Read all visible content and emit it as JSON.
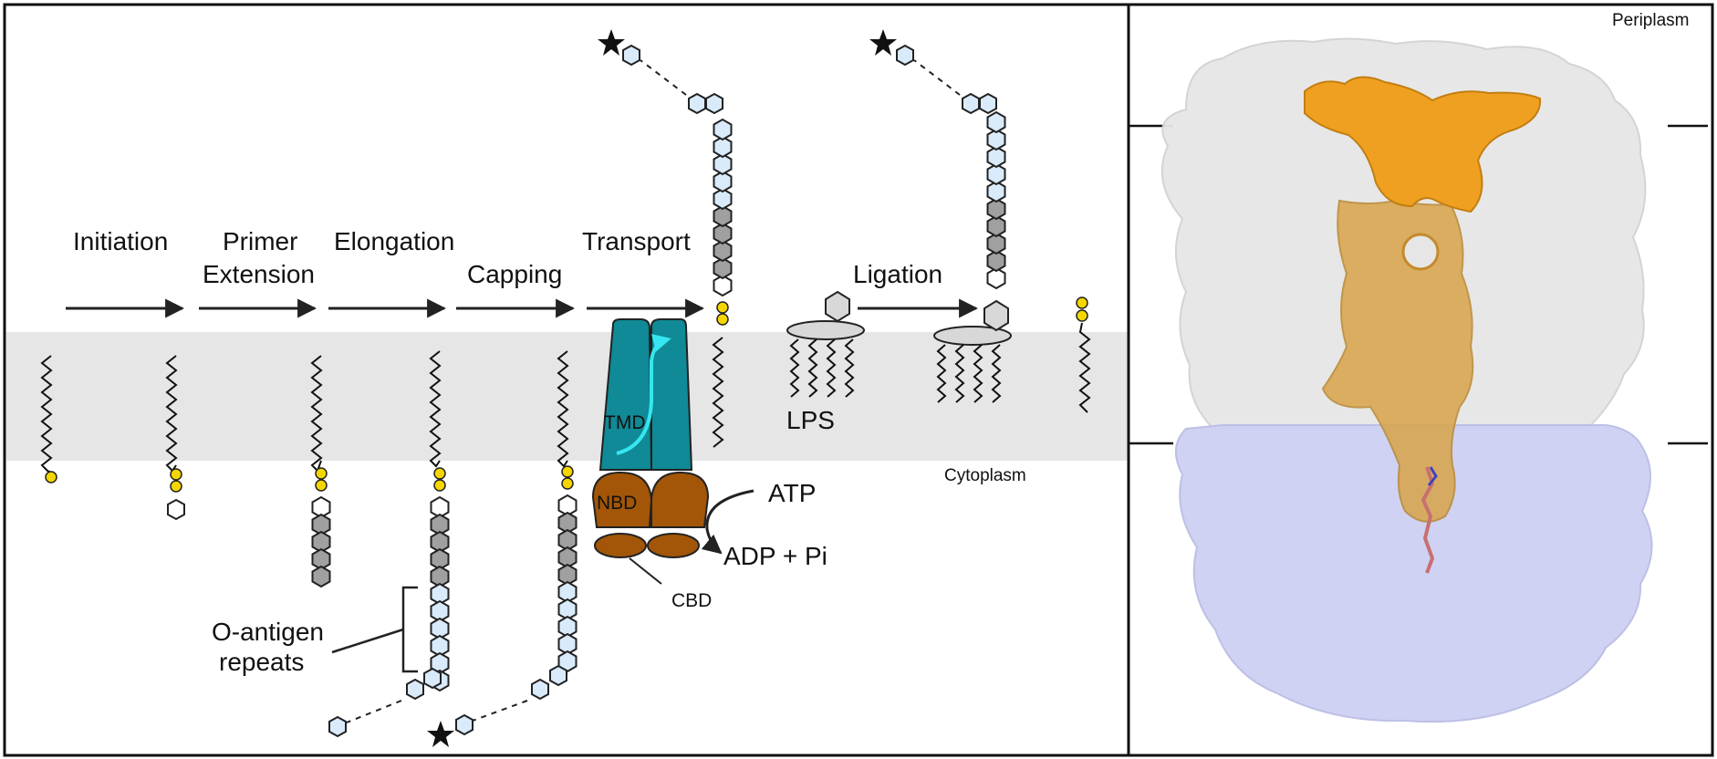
{
  "steps": {
    "initiation": "Initiation",
    "primer_line1": "Primer",
    "primer_line2": "Extension",
    "elongation": "Elongation",
    "capping": "Capping",
    "transport": "Transport",
    "ligation": "Ligation"
  },
  "labels": {
    "tmd": "TMD",
    "nbd": "NBD",
    "cbd": "CBD",
    "atp": "ATP",
    "adp": "ADP + Pi",
    "lps": "LPS",
    "cytoplasm": "Cytoplasm",
    "periplasm": "Periplasm",
    "oantigen_line1": "O-antigen",
    "oantigen_line2": "repeats"
  },
  "colors": {
    "membrane": "#e6e6e6",
    "lipid_head": "#f5d600",
    "sugar_white": "#ffffff",
    "sugar_gray": "#a0a0a0",
    "sugar_blue": "#d9ebfa",
    "transporter_tmd": "#0f8a96",
    "transporter_nbd": "#a35608",
    "transport_arrow": "#35e6f0",
    "protein_surface": "#e6e6e6",
    "cytoplasmic_domain": "#cdd0f2",
    "channel_orange": "#f0a020",
    "channel_tan": "#d9a44a"
  },
  "icons": {
    "cap_group": "star-icon",
    "sugar_unit": "hexagon-icon",
    "lipid_phosphate": "circle-icon"
  }
}
